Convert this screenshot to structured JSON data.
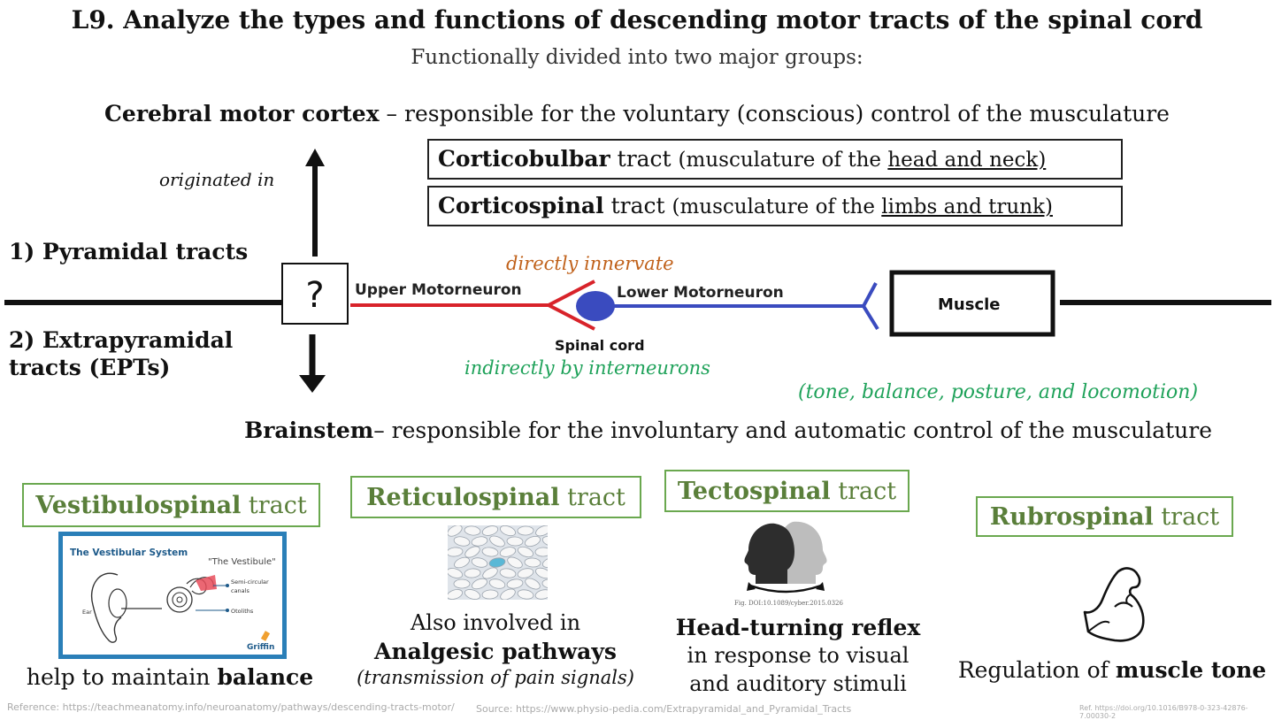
{
  "title": "L9. Analyze the types and functions of descending motor tracts of the spinal cord",
  "subtitle": "Functionally divided into two major groups:",
  "cortex": {
    "bold": "Cerebral motor cortex",
    "rest": " – responsible for the voluntary (conscious) control of the musculature"
  },
  "corticobulbar": {
    "bold": "Corticobulbar",
    "mid": " tract ",
    "paren_open": "(musculature of the ",
    "underlined": "head and neck)"
  },
  "corticospinal": {
    "bold": "Corticospinal",
    "mid": " tract ",
    "paren_open": "(musculature of the ",
    "underlined": "limbs and trunk)"
  },
  "originated_in": "originated in",
  "pyramidal": "1) Pyramidal tracts",
  "extrapyramidal_line1": "2) Extrapyramidal",
  "extrapyramidal_line2": "tracts (EPTs)",
  "question_mark": "?",
  "diagram": {
    "upper": "Upper Motorneuron",
    "lower": "Lower Motorneuron",
    "muscle": "Muscle",
    "spinal_cord": "Spinal cord"
  },
  "directly": "directly innervate",
  "indirectly": "indirectly by interneurons",
  "tone_note": "(tone, balance, posture, and locomotion)",
  "brainstem": {
    "bold": "Brainstem",
    "rest": "– responsible for the involuntary and automatic control of the musculature"
  },
  "tracts": {
    "vestibulo": {
      "bold": "Vestibulospinal",
      "rest": " tract",
      "desc_pre": "help to maintain ",
      "desc_bold": "balance"
    },
    "reticulo": {
      "bold": "Reticulospinal",
      "rest": " tract",
      "desc1": "Also involved in",
      "desc2": "Analgesic pathways",
      "desc3": "(transmission of pain signals)"
    },
    "tecto": {
      "bold": "Tectospinal",
      "rest": " tract",
      "desc1": "Head-turning reflex",
      "desc2": "in response to visual",
      "desc3": "and auditory stimuli"
    },
    "rubro": {
      "bold": "Rubrospinal",
      "rest": " tract",
      "desc_pre": "Regulation of ",
      "desc_bold": "muscle tone"
    }
  },
  "vestibular_img": {
    "title": "The Vestibular System",
    "quote": "\"The Vestibule\"",
    "semicircular": "Semi-circular",
    "canals": "canals",
    "otoliths": "Otoliths",
    "ear": "Ear",
    "brand": "Griffin"
  },
  "tecto_fig": "Fig. DOI:10.1089/cyber.2015.0326",
  "refs": {
    "left": "Reference: https://teachmeanatomy.info/neuroanatomy/pathways/descending-tracts-motor/",
    "mid": "Source: https://www.physio-pedia.com/Extrapyramidal_and_Pyramidal_Tracts",
    "right": "Ref. https://doi.org/10.1016/B978-0-323-42876-7.00030-2"
  },
  "colors": {
    "upper": "#d8232a",
    "lower": "#3a4bbf",
    "green": "#6aa84f",
    "orange": "#c0611a"
  }
}
